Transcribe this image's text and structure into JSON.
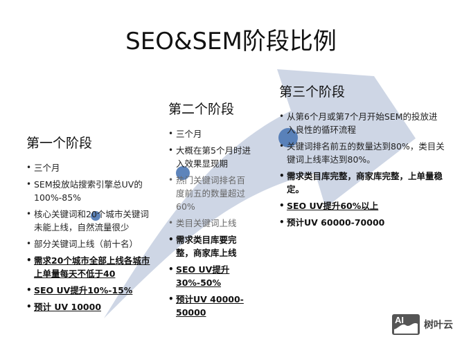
{
  "slide": {
    "title": "SEO&SEM阶段比例",
    "colors": {
      "arrow": "#c9d1e2",
      "dot": "#4f79b5",
      "text": "#1a1a1a"
    }
  },
  "stages": [
    {
      "heading": "第一个阶段",
      "items": [
        {
          "text": "三个月",
          "style": "normal"
        },
        {
          "text": "SEM投放站搜索引擎总UV的 100%-85%",
          "style": "normal"
        },
        {
          "text": "核心关键词和20个城市关键词未能上线，自然流量很少",
          "style": "normal"
        },
        {
          "text": "部分关键词上线（前十名）",
          "style": "normal"
        },
        {
          "text": "需求20个城市全部上线各城市上单量每天不低于40",
          "style": "bold-underline"
        },
        {
          "text": "SEO UV提升10%-15%",
          "style": "bold-underline"
        },
        {
          "text": "预计 UV 10000",
          "style": "bold-underline"
        }
      ]
    },
    {
      "heading": "第二个阶段",
      "items": [
        {
          "text": "三个月",
          "style": "normal"
        },
        {
          "text": "大概在第5个月时进入效果显现期",
          "style": "normal"
        },
        {
          "text": "热门关键词排名百度前五的数量超过60%",
          "style": "light"
        },
        {
          "text": "类目关键词上线",
          "style": "light"
        },
        {
          "text": "需求类目库要完整，商家库上线",
          "style": "bold"
        },
        {
          "text": "SEO UV提升30%-50%",
          "style": "bold-underline"
        },
        {
          "text": "预计UV 40000-50000",
          "style": "bold-underline"
        }
      ]
    },
    {
      "heading": "第三个阶段",
      "items": [
        {
          "text": "从第6个月或第7个月开始SEM的投放进入良性的循环流程",
          "style": "normal"
        },
        {
          "text": "关键词排名前五的数量达到80%，类目关键词上线率达到80%。",
          "style": "normal"
        },
        {
          "text": "需求类目库完整，商家库完整，上单量稳定。",
          "style": "bold"
        },
        {
          "text": "SEO UV提升60%以上",
          "style": "bold-underline"
        },
        {
          "text": "预计UV 60000-70000",
          "style": "bold"
        }
      ]
    }
  ],
  "watermark": {
    "icon_label": "AI",
    "text": "树叶云"
  }
}
